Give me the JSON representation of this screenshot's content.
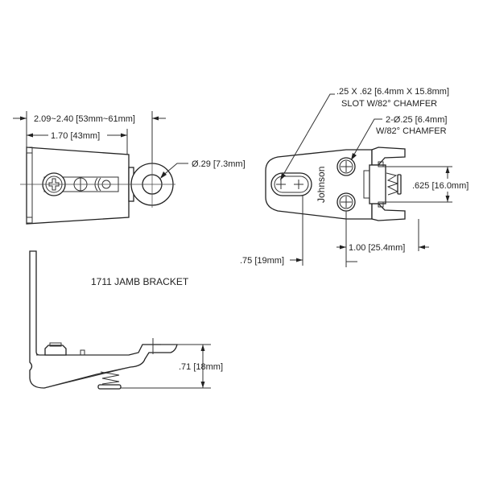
{
  "title": "1711 JAMB BRACKET",
  "brand_mark": "Johnson",
  "dimensions": {
    "overall_length": "2.09~2.40 [53mm~61mm]",
    "body_length": "1.70 [43mm]",
    "eye_diameter": "Ø.29 [7.3mm]",
    "slot_size": ".25 X .62 [6.4mm X 15.8mm]",
    "slot_note": "SLOT  W/82° CHAMFER",
    "hole_size": "2-Ø.25 [6.4mm]",
    "hole_note": "W/82° CHAMFER",
    "hole_spacing": ".625 [16.0mm]",
    "slot_offset": ".75 [19mm]",
    "hole_offset": "1.00 [25.4mm]",
    "height": ".71 [18mm]"
  }
}
